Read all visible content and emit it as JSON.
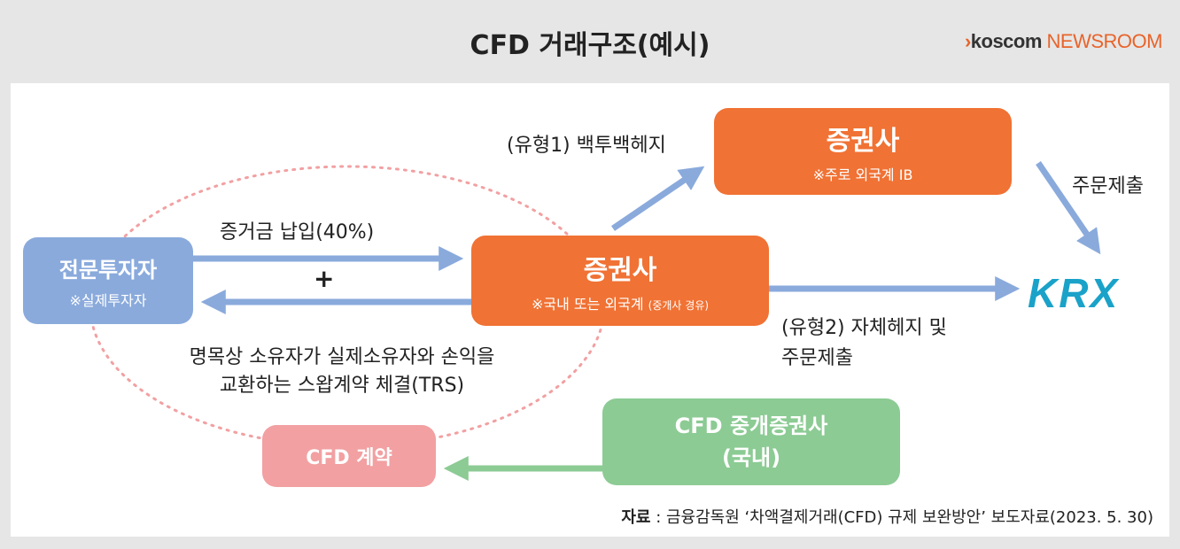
{
  "header": {
    "title": "CFD 거래구조(예시)",
    "brand_chevron": "›",
    "brand_name": "koscom",
    "brand_suffix": "NEWSROOM"
  },
  "nodes": {
    "investor": {
      "title": "전문투자자",
      "sub": "※실제투자자"
    },
    "broker_mid": {
      "title": "증권사",
      "sub": "※국내 또는 외국계",
      "sub_small": "(중개사 경유)"
    },
    "broker_top": {
      "title": "증권사",
      "sub": "※주로 외국계 IB"
    },
    "cfd_broker": {
      "title_line1": "CFD 중개증권사",
      "title_line2": "(국내)"
    },
    "cfd_contract": {
      "title": "CFD 계약"
    },
    "krx": {
      "logo_text": "KRX"
    }
  },
  "labels": {
    "margin": "증거금 납입(40%)",
    "plus": "+",
    "type1": "(유형1) 백투백헤지",
    "order_submit": "주문제출",
    "type2_line1": "(유형2) 자체헤지 및",
    "type2_line2": "주문제출",
    "trs_line1": "명목상 소유자가 실제소유자와 손익을",
    "trs_line2": "교환하는 스왑계약 체결(TRS)"
  },
  "source": {
    "label": "자료",
    "text": " : 금융감독원 ‘차액결제거래(CFD) 규제 보완방안’ 보도자료(2023. 5. 30)"
  },
  "colors": {
    "investor": "#8aaadc",
    "broker": "#f07234",
    "cfd_broker": "#8ccb94",
    "cfd_contract": "#f2a0a2",
    "arrow": "#8aaadc",
    "arrow_green": "#8ccb94",
    "dotted": "#f2a0a2",
    "krx": "#1aa2c9"
  }
}
